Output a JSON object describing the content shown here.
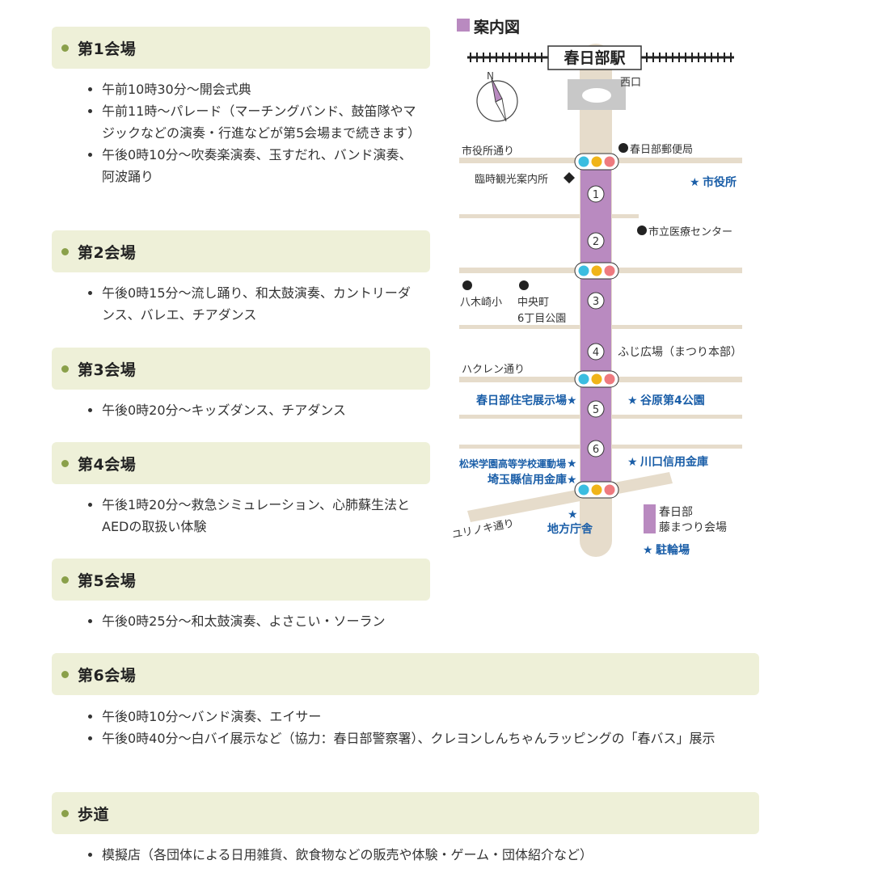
{
  "venues": [
    {
      "title": "第1会場",
      "items": [
        "午前10時30分～開会式典",
        "午前11時～パレード（マーチングバンド、鼓笛隊やマジックなどの演奏・行進などが第5会場まで続きます）",
        "午後0時10分～吹奏楽演奏、玉すだれ、バンド演奏、阿波踊り"
      ]
    },
    {
      "title": "第2会場",
      "items": [
        "午後0時15分～流し踊り、和太鼓演奏、カントリーダンス、バレエ、チアダンス"
      ]
    },
    {
      "title": "第3会場",
      "items": [
        "午後0時20分～キッズダンス、チアダンス"
      ]
    },
    {
      "title": "第4会場",
      "items": [
        "午後1時20分～救急シミュレーション、心肺蘇生法とAEDの取扱い体験"
      ]
    },
    {
      "title": "第5会場",
      "items": [
        "午後0時25分～和太鼓演奏、よさこい・ソーラン"
      ]
    },
    {
      "title": "第6会場",
      "items": [
        "午後0時10分～バンド演奏、エイサー",
        "午後0時40分～白バイ展示など（協力：春日部警察署）、クレヨンしんちゃんラッピングの「春バス」展示"
      ]
    },
    {
      "title": "歩道",
      "items": [
        "模擬店（各団体による日用雑貨、飲食物などの販売や体験・ゲーム・団体紹介など）"
      ]
    }
  ],
  "map": {
    "title": "案内図",
    "station": "春日部駅",
    "west_exit": "西口",
    "compass": "N",
    "streets": {
      "shiyakusho": "市役所通り",
      "hakuren": "ハクレン通り",
      "yurinoki": "ユリノキ通り"
    },
    "venue_numbers": [
      "1",
      "2",
      "3",
      "4",
      "5",
      "6"
    ],
    "landmarks_dot": [
      "春日部郵便局",
      "市立医療センター",
      "八木崎小",
      "中央町",
      "6丁目公園"
    ],
    "info_center": "臨時観光案内所",
    "fuji_hiroba": "ふじ広場（まつり本部）",
    "stars": [
      "市役所",
      "春日部住宅展示場",
      "谷原第4公園",
      "松栄学園高等学校運動場",
      "川口信用金庫",
      "埼玉縣信用金庫",
      "地方庁舎",
      "駐輪場"
    ],
    "legend": [
      "春日部",
      "藤まつり会場"
    ],
    "colors": {
      "road": "#e6dccb",
      "venue": "#b98ac0",
      "blue": "#1a5ea8",
      "light1": "#3bbde0",
      "light2": "#f0b419",
      "light3": "#ee7a7f",
      "title_square": "#b98ac0"
    }
  }
}
